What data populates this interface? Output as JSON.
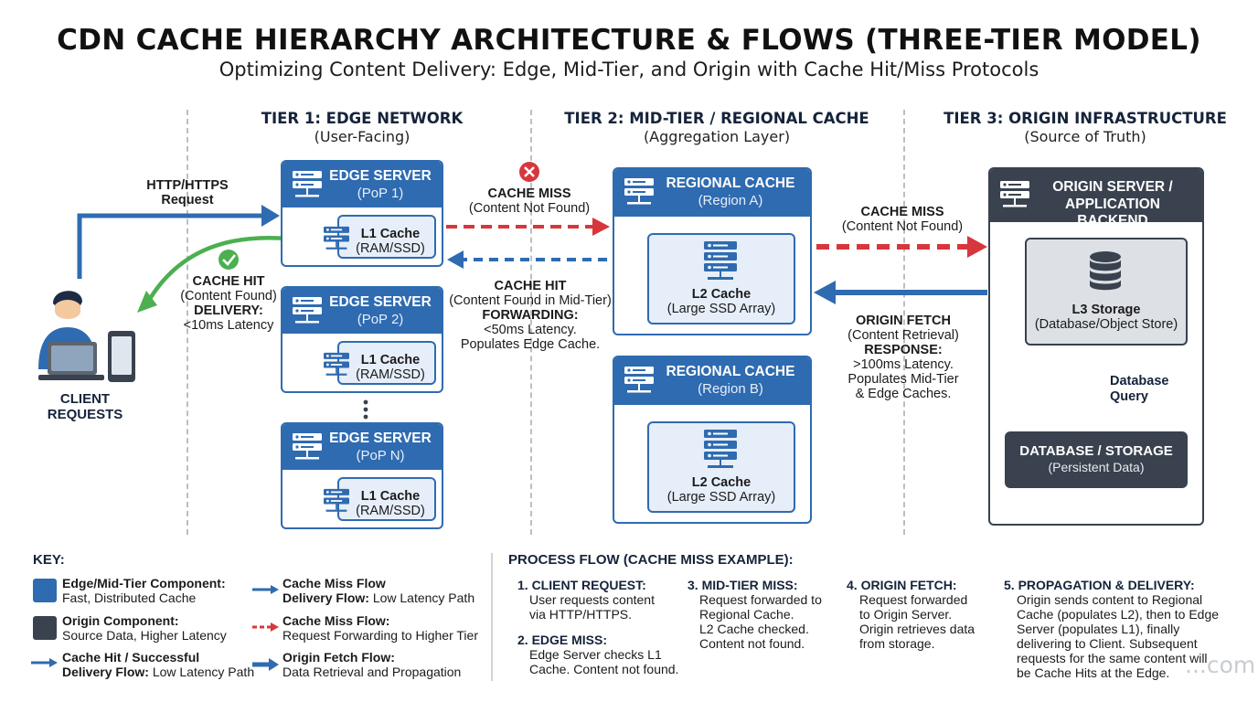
{
  "title": "CDN CACHE HIERARCHY ARCHITECTURE & FLOWS (THREE-TIER MODEL)",
  "subtitle": "Optimizing Content Delivery: Edge, Mid-Tier, and Origin with Cache Hit/Miss Protocols",
  "colors": {
    "component_blue": "#2f6bb0",
    "origin_dark": "#39424e",
    "miss_red": "#d8363d",
    "hit_green": "#4caf50",
    "inner_fill": "#e6eef9"
  },
  "tiers": [
    {
      "heading": "TIER 1: EDGE NETWORK",
      "sub": "(User-Facing)"
    },
    {
      "heading": "TIER 2: MID-TIER / REGIONAL CACHE",
      "sub": "(Aggregation Layer)"
    },
    {
      "heading": "TIER 3: ORIGIN INFRASTRUCTURE",
      "sub": "(Source of Truth)"
    }
  ],
  "client": {
    "label_line1": "CLIENT",
    "label_line2": "REQUESTS",
    "icon": "user-laptop-phone-icon"
  },
  "edge_servers": [
    {
      "title": "EDGE SERVER",
      "sub": "(PoP 1)",
      "cache_title": "L1 Cache",
      "cache_sub": "(RAM/SSD)"
    },
    {
      "title": "EDGE SERVER",
      "sub": "(PoP 2)",
      "cache_title": "L1 Cache",
      "cache_sub": "(RAM/SSD)"
    },
    {
      "title": "EDGE SERVER",
      "sub": "(PoP N)",
      "cache_title": "L1 Cache",
      "cache_sub": "(RAM/SSD)"
    }
  ],
  "regional_caches": [
    {
      "title": "REGIONAL CACHE",
      "sub": "(Region A)",
      "cache_title": "L2 Cache",
      "cache_sub": "(Large SSD Array)"
    },
    {
      "title": "REGIONAL CACHE",
      "sub": "(Region B)",
      "cache_title": "L2 Cache",
      "cache_sub": "(Large SSD Array)"
    }
  ],
  "origin": {
    "title_line1": "ORIGIN SERVER /",
    "title_line2": "APPLICATION BACKEND",
    "storage_title": "L3 Storage",
    "storage_sub": "(Database/Object Store)",
    "db_query_line1": "Database",
    "db_query_line2": "Query",
    "db_title": "DATABASE / STORAGE",
    "db_sub": "(Persistent Data)"
  },
  "flows": {
    "http_request": {
      "line1": "HTTP/HTTPS",
      "line2": "Request"
    },
    "edge_hit": {
      "line1": "CACHE HIT",
      "line2": "(Content Found)",
      "line3": "DELIVERY:",
      "line4": "<10ms Latency"
    },
    "edge_miss": {
      "line1": "CACHE MISS",
      "line2": "(Content Not Found)"
    },
    "mid_hit": {
      "line1": "CACHE HIT",
      "line2": "(Content Found in Mid-Tier)",
      "line3": "FORWARDING:",
      "line4": "<50ms Latency.",
      "line5": "Populates Edge Cache."
    },
    "mid_miss": {
      "line1": "CACHE MISS",
      "line2": "(Content Not Found)"
    },
    "origin_fetch": {
      "line1": "ORIGIN FETCH",
      "line2": "(Content Retrieval)",
      "line3": "RESPONSE:",
      "line4": ">100ms Latency.",
      "line5": "Populates Mid-Tier",
      "line6": "& Edge Caches."
    }
  },
  "key": {
    "heading": "KEY:",
    "items": [
      {
        "bold": "Edge/Mid-Tier Component:",
        "text": "Fast, Distributed Cache"
      },
      {
        "bold": "Origin Component:",
        "text": "Source Data, Higher Latency"
      },
      {
        "bold": "Cache Hit / Successful",
        "bold2": "Delivery Flow:",
        "text": "Low Latency Path"
      },
      {
        "bold": "Cache Miss Flow",
        "bold2": "Delivery Flow:",
        "text": "Low Latency Path"
      },
      {
        "bold": "Cache Miss Flow:",
        "text": "Request Forwarding to Higher Tier"
      },
      {
        "bold": "Origin Fetch Flow:",
        "text": "Data Retrieval and Propagation"
      }
    ]
  },
  "process": {
    "heading": "PROCESS FLOW (CACHE MISS EXAMPLE):",
    "steps": [
      {
        "title": "1. CLIENT REQUEST:",
        "lines": [
          "User requests content",
          "via HTTP/HTTPS."
        ]
      },
      {
        "title": "2. EDGE MISS:",
        "lines": [
          "Edge Server checks L1",
          "Cache. Content not found."
        ]
      },
      {
        "title": "3. MID-TIER MISS:",
        "lines": [
          "Request forwarded to",
          "Regional Cache.",
          "L2 Cache checked.",
          "Content not found."
        ]
      },
      {
        "title": "4. ORIGIN FETCH:",
        "lines": [
          "Request forwarded",
          "to Origin Server.",
          "Origin retrieves data",
          "from storage."
        ]
      },
      {
        "title": "5. PROPAGATION & DELIVERY:",
        "lines": [
          "Origin sends content to Regional",
          "Cache (populates L2), then to Edge",
          "Server (populates L1), finally",
          "delivering to Client. Subsequent",
          "requests for the same content will",
          "be Cache Hits at the Edge."
        ]
      }
    ]
  },
  "watermark": "...com"
}
